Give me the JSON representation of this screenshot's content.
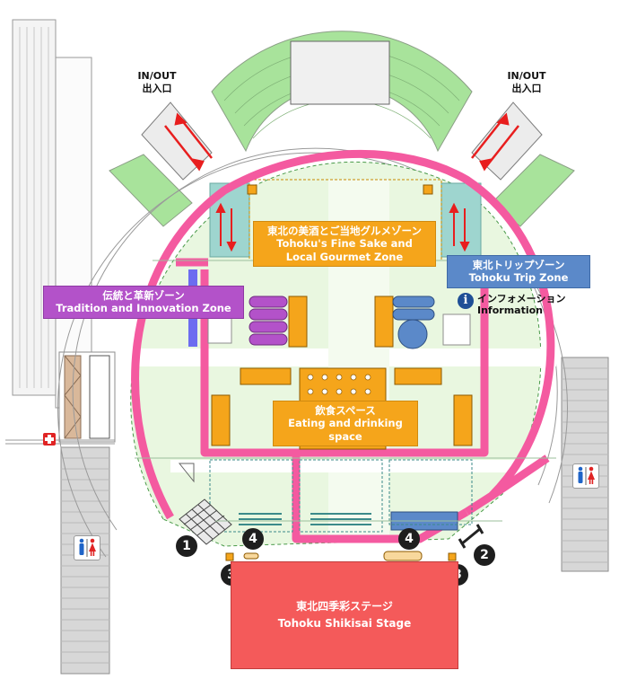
{
  "gates": [
    {
      "id": "left",
      "en": "IN/OUT",
      "jp": "出入口"
    },
    {
      "id": "right",
      "en": "IN/OUT",
      "jp": "出入口"
    }
  ],
  "zones": {
    "gourmet": {
      "jp": "東北の美酒とご当地グルメゾーン",
      "en1": "Tohoku's Fine Sake and",
      "en2": "Local Gourmet Zone",
      "color": "#f5a51b"
    },
    "tradition": {
      "jp": "伝統と革新ゾーン",
      "en": "Tradition and Innovation Zone",
      "color": "#b352c9"
    },
    "trip": {
      "jp": "東北トリップゾーン",
      "en": "Tohoku Trip Zone",
      "color": "#5b89c9"
    },
    "eating": {
      "jp": "飲食スペース",
      "en": "Eating and drinking space",
      "color": "#f5a51b"
    }
  },
  "information": {
    "icon": "info-icon",
    "jp": "インフォメーション",
    "en": "Information"
  },
  "stage": {
    "jp": "東北四季彩ステージ",
    "en": "Tohoku Shikisai Stage",
    "color": "#f45a5a"
  },
  "markers": [
    "1",
    "2",
    "3",
    "3",
    "4",
    "4"
  ],
  "icons": [
    "first-aid-icon",
    "restroom-icon",
    "restroom-icon"
  ],
  "colors": {
    "walkway": "#f45aa0",
    "lawn": "#e9f7e0",
    "stands": "#a8e39b",
    "blue_arrows": "#e81e1e"
  }
}
